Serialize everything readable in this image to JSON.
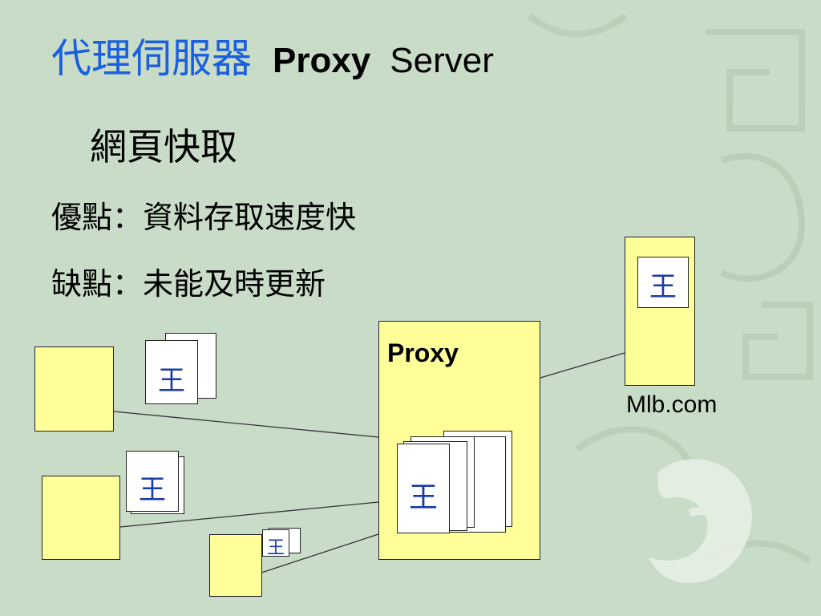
{
  "title": {
    "chinese": "代理伺服器",
    "bold": "Proxy",
    "plain": "Server"
  },
  "subtitle": "網頁快取",
  "advantages": "優點：資料存取速度快",
  "disadvantages": "缺點：未能及時更新",
  "diagram": {
    "proxy_label": "Proxy",
    "server_label": "Mlb.com",
    "page_glyph": "王"
  },
  "colors": {
    "background": "#c9dcc8",
    "title_chinese": "#1a5fe0",
    "node_fill": "#ffff99",
    "glyph": "#1a3aa8"
  }
}
